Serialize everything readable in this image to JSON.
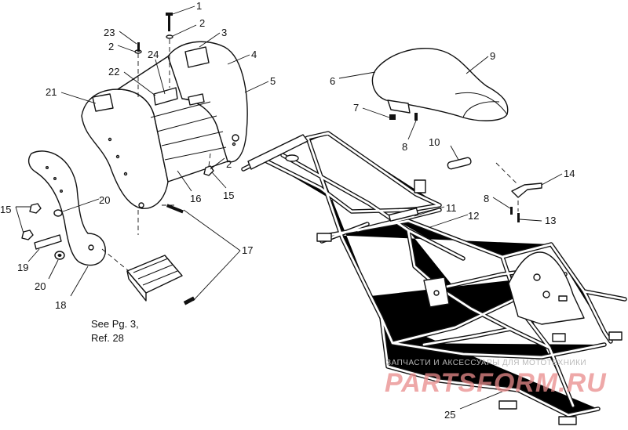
{
  "callouts": [
    {
      "id": "c1",
      "text": "1"
    },
    {
      "id": "c2a",
      "text": "2"
    },
    {
      "id": "c3",
      "text": "3"
    },
    {
      "id": "c23",
      "text": "23"
    },
    {
      "id": "c2b",
      "text": "2"
    },
    {
      "id": "c4",
      "text": "4"
    },
    {
      "id": "c24",
      "text": "24"
    },
    {
      "id": "c22",
      "text": "22"
    },
    {
      "id": "c5",
      "text": "5"
    },
    {
      "id": "c21",
      "text": "21"
    },
    {
      "id": "c9",
      "text": "9"
    },
    {
      "id": "c6",
      "text": "6"
    },
    {
      "id": "c7",
      "text": "7"
    },
    {
      "id": "c8a",
      "text": "8"
    },
    {
      "id": "c2c",
      "text": "2"
    },
    {
      "id": "c10",
      "text": "10"
    },
    {
      "id": "c16",
      "text": "16"
    },
    {
      "id": "c15a",
      "text": "15"
    },
    {
      "id": "c20a",
      "text": "20"
    },
    {
      "id": "c14",
      "text": "14"
    },
    {
      "id": "c15b",
      "text": "15"
    },
    {
      "id": "c8b",
      "text": "8"
    },
    {
      "id": "c11",
      "text": "11"
    },
    {
      "id": "c12",
      "text": "12"
    },
    {
      "id": "c13",
      "text": "13"
    },
    {
      "id": "c17",
      "text": "17"
    },
    {
      "id": "c19",
      "text": "19"
    },
    {
      "id": "c20b",
      "text": "20"
    },
    {
      "id": "c18",
      "text": "18"
    },
    {
      "id": "c25",
      "text": "25"
    }
  ],
  "note": {
    "line1": "See Pg. 3,",
    "line2": "Ref. 28"
  },
  "watermark": {
    "small_text": "ЗАПЧАСТИ И АКСЕССУАРЫ ДЛЯ МОТОТЕХНИКИ",
    "big_text": "PARTSFORM.RU",
    "color": "#e88b8b"
  }
}
